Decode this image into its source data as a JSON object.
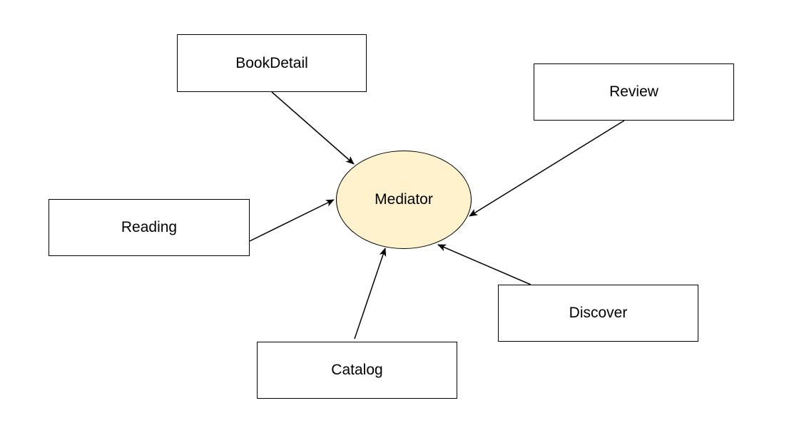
{
  "diagram": {
    "center": {
      "label": "Mediator",
      "fill": "#fff2cc"
    },
    "nodes": [
      {
        "id": "bookdetail",
        "label": "BookDetail"
      },
      {
        "id": "review",
        "label": "Review"
      },
      {
        "id": "reading",
        "label": "Reading"
      },
      {
        "id": "discover",
        "label": "Discover"
      },
      {
        "id": "catalog",
        "label": "Catalog"
      }
    ],
    "edges": [
      {
        "from": "bookdetail",
        "to": "mediator"
      },
      {
        "from": "review",
        "to": "mediator"
      },
      {
        "from": "reading",
        "to": "mediator"
      },
      {
        "from": "discover",
        "to": "mediator"
      },
      {
        "from": "catalog",
        "to": "mediator"
      }
    ],
    "colors": {
      "stroke": "#000000",
      "box_fill": "#ffffff",
      "mediator_fill": "#fff2cc"
    }
  }
}
